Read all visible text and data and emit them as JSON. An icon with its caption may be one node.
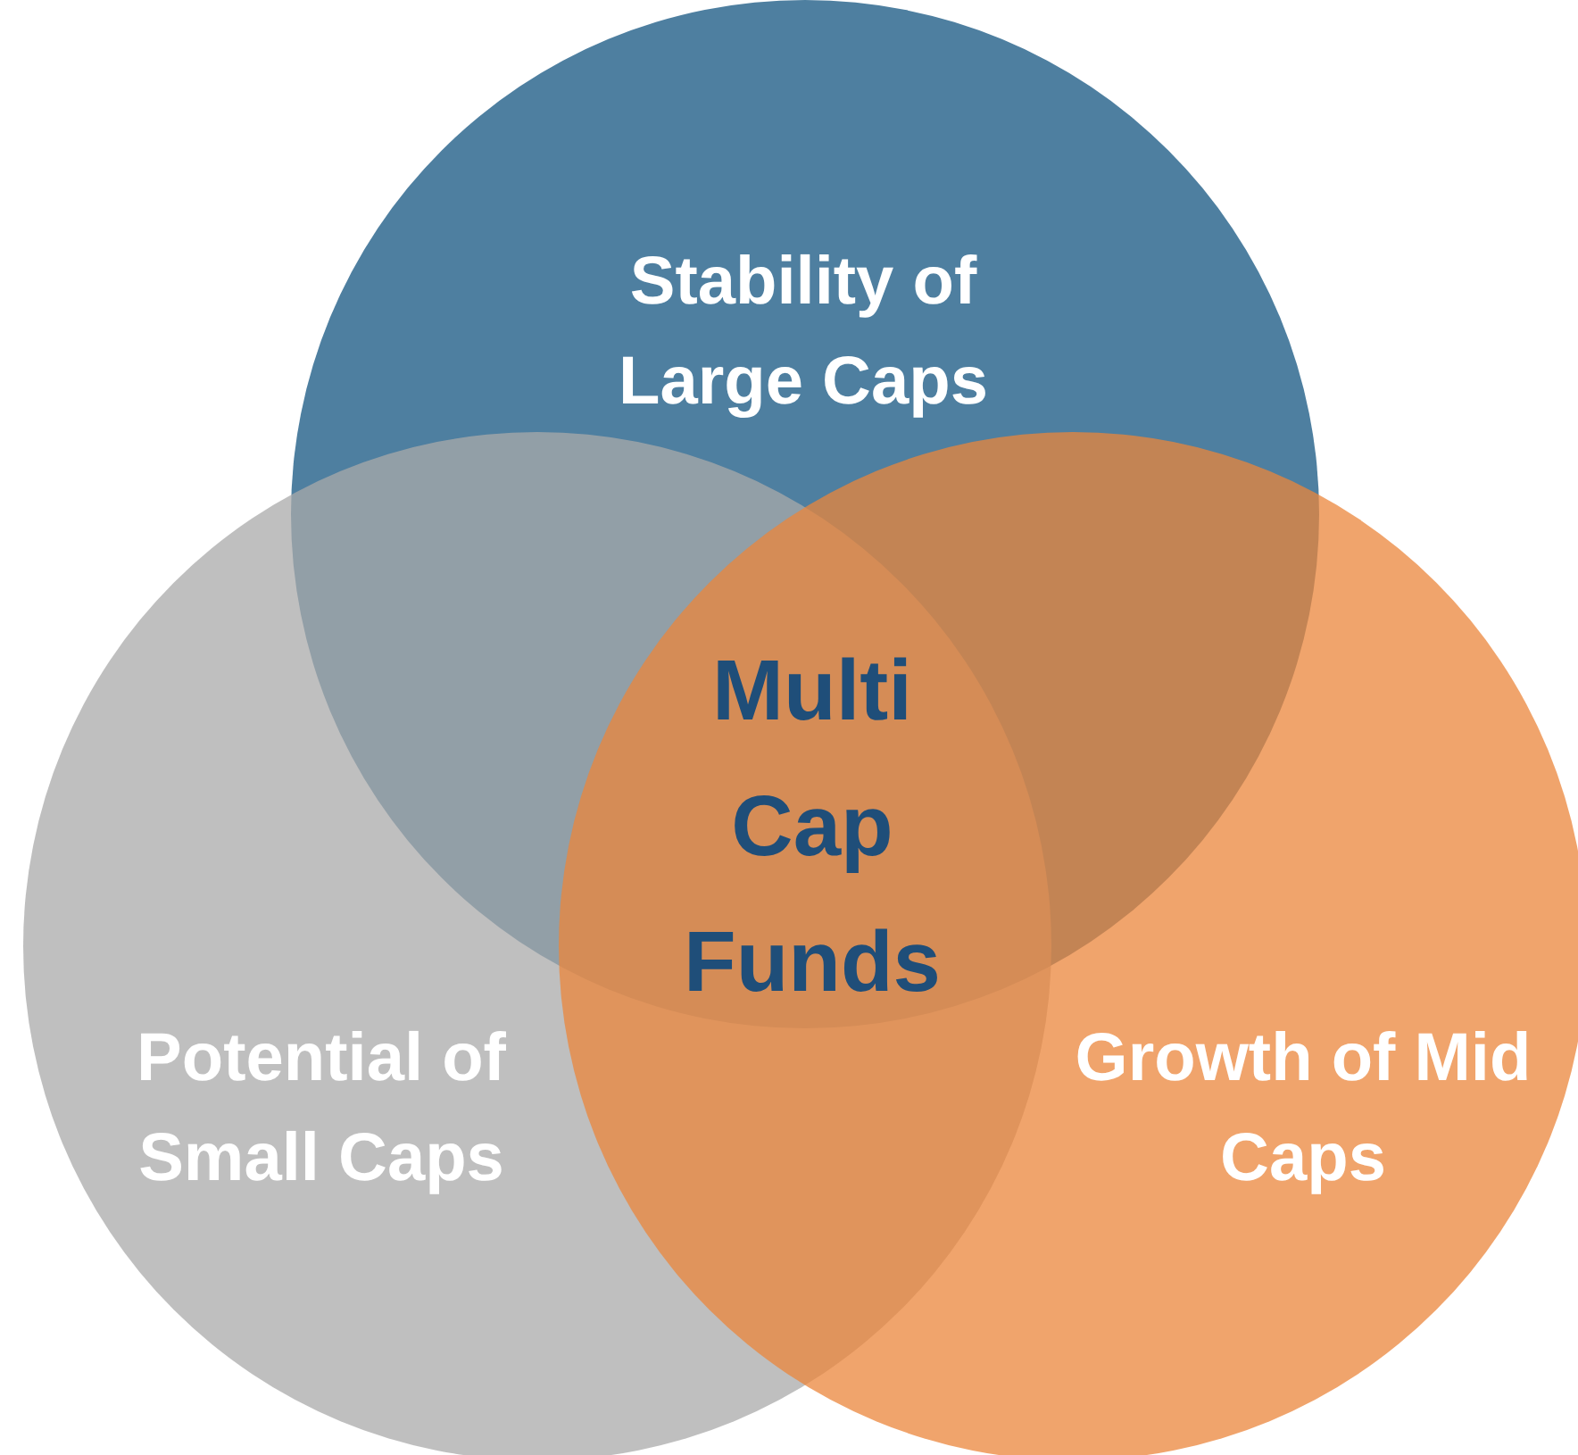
{
  "diagram": {
    "nodes": [
      {
        "text": [
          "Stability of Large Caps"
        ]
      },
      {
        "text": [
          "Potential of Small Caps"
        ]
      },
      {
        "text": [
          "Growth of Mid Caps"
        ]
      }
    ],
    "labels": [
      "Multi Cap Funds"
    ]
  }
}
